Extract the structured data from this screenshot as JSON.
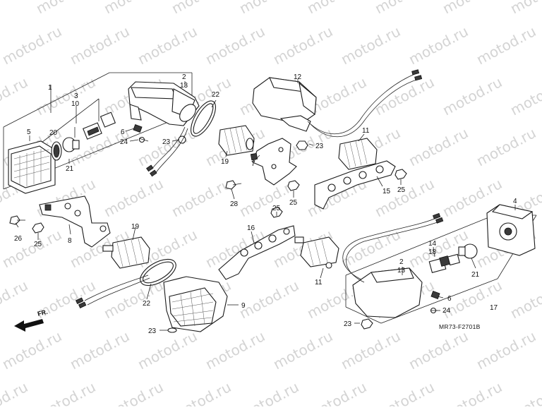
{
  "watermark": "motod.ru",
  "diagram_code": "MR73-F2701B",
  "direction_label": "FR.",
  "callouts": {
    "c1": "1",
    "c2a": "2",
    "c13a": "13",
    "c3": "3",
    "c10": "10",
    "c5": "5",
    "c20": "20",
    "c21a": "21",
    "c6a": "6",
    "c24a": "24",
    "c23a": "23",
    "c22a": "22",
    "c12": "12",
    "c11a": "11",
    "c19a": "19",
    "c7": "7",
    "c23b": "23",
    "c15": "15",
    "c25a": "25",
    "c25b": "25",
    "c28": "28",
    "c26": "26",
    "c25c": "25",
    "c8": "8",
    "c19b": "19",
    "c25d": "25",
    "c16": "16",
    "c22b": "22",
    "c9": "9",
    "c23c": "23",
    "c11b": "11",
    "c4": "4",
    "c14": "14",
    "c18": "18",
    "c2b": "2",
    "c13b": "13",
    "c21b": "21",
    "c6b": "6",
    "c24b": "24",
    "c17": "17",
    "c23d": "23"
  }
}
